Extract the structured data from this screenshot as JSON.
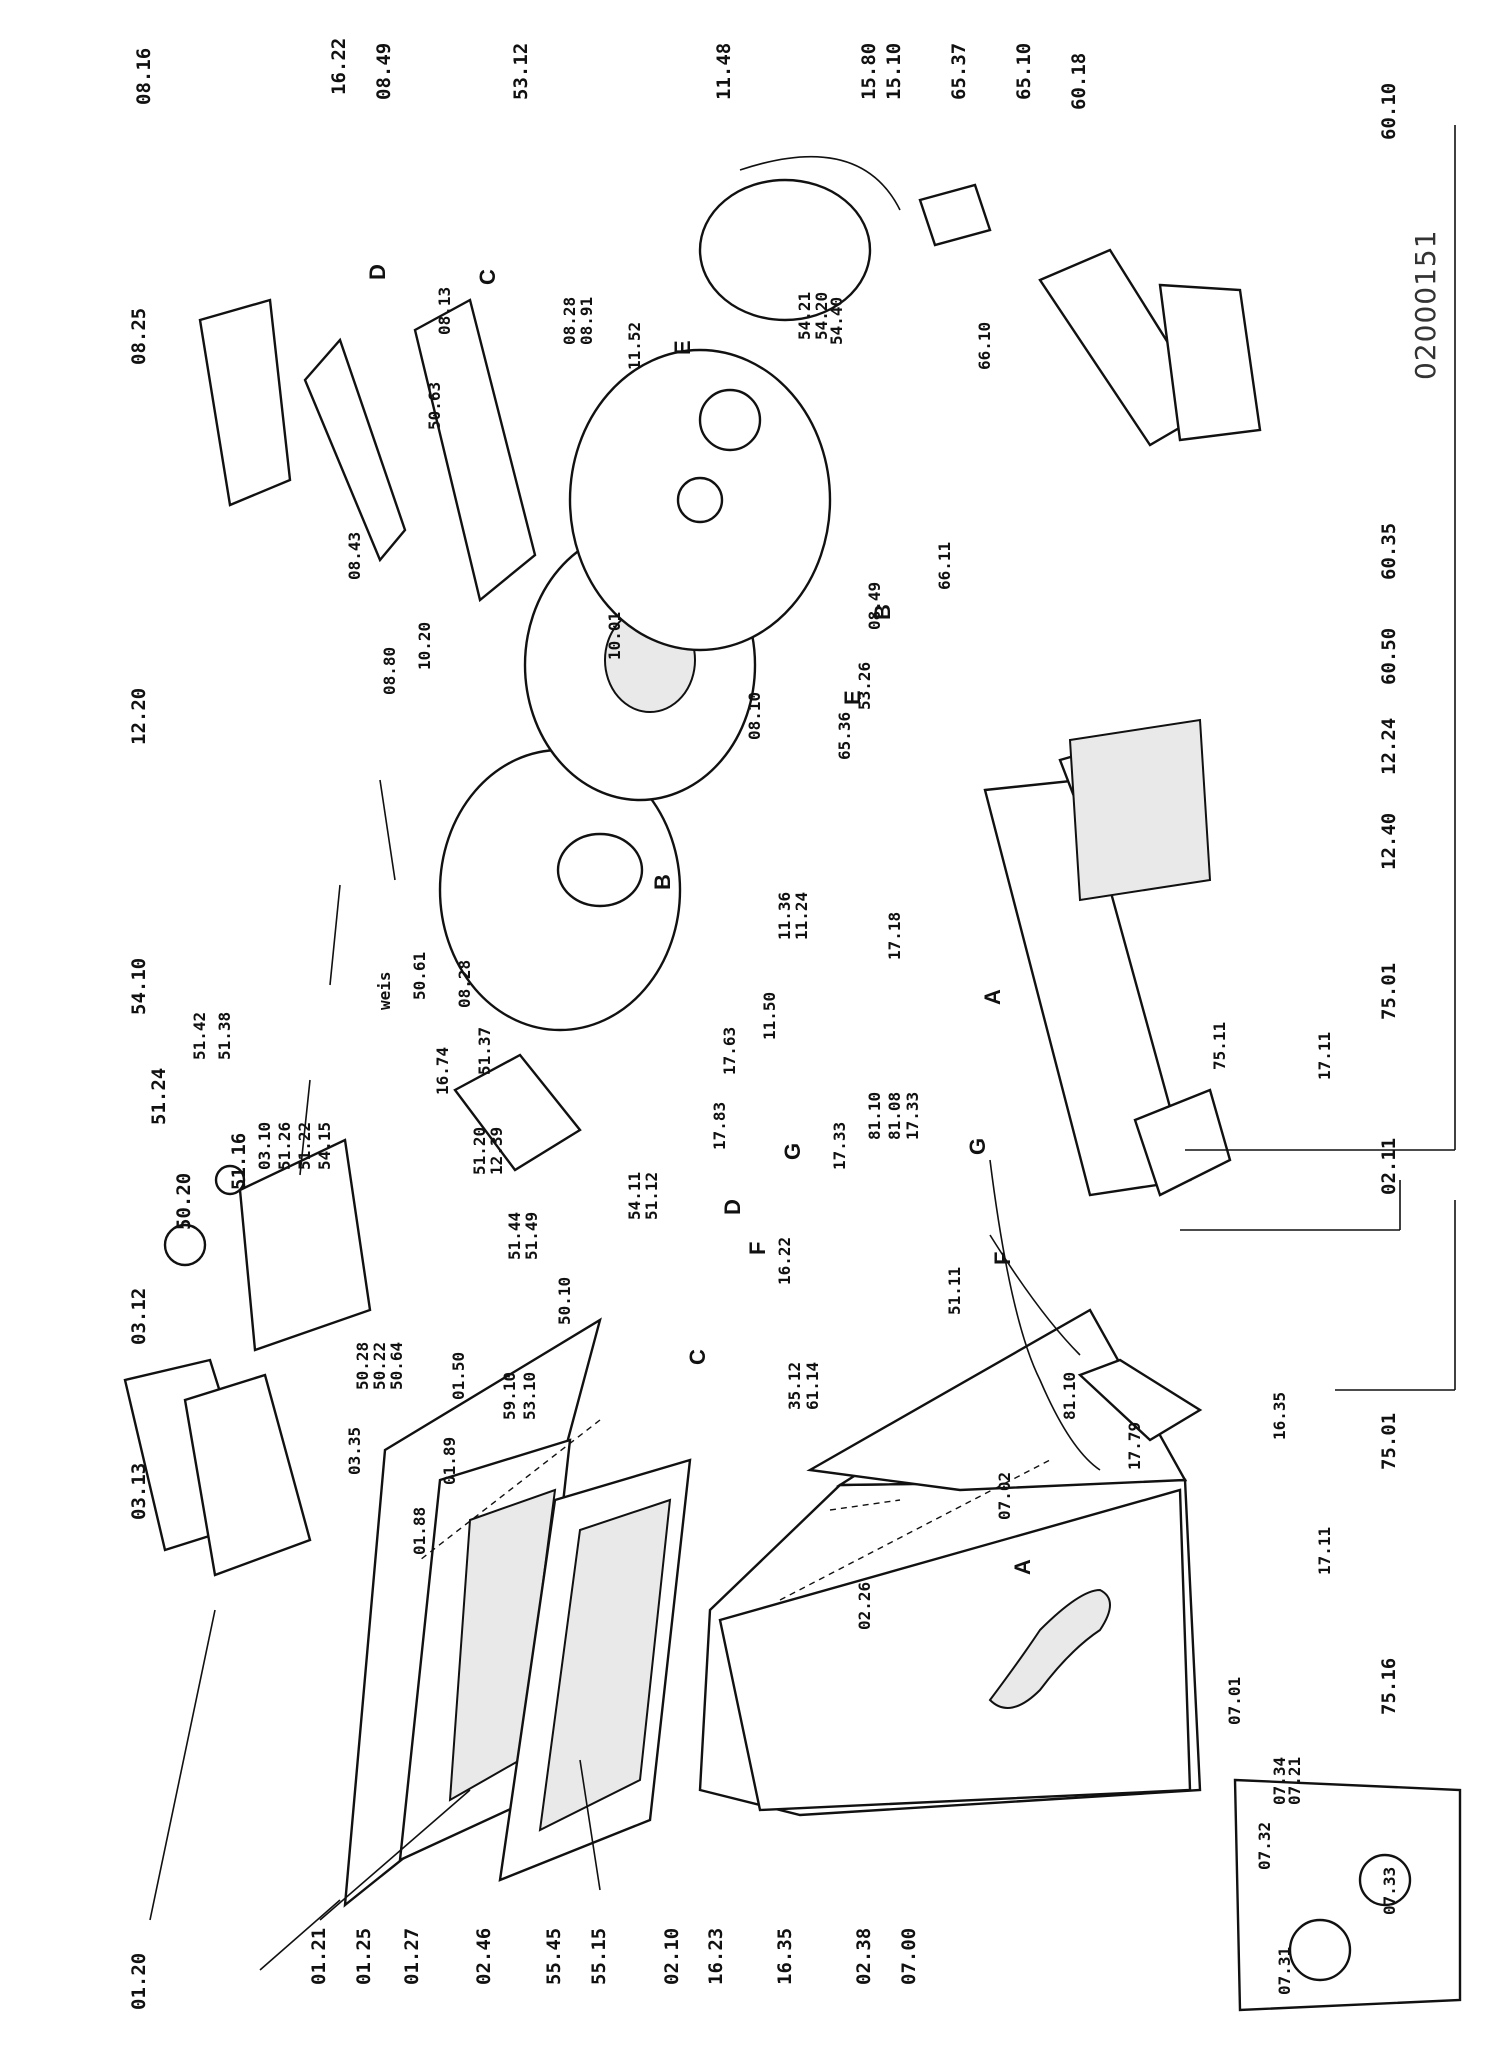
{
  "document_code": "02000151",
  "labels_left_column": [
    "01.20",
    "01.21",
    "01.25",
    "01.27",
    "02.46",
    "55.45",
    "55.15",
    "02.10",
    "16.23",
    "16.35",
    "02.38",
    "07.00"
  ],
  "labels_right_column": [
    "60.10",
    "60.35",
    "60.50",
    "12.40",
    "12.24",
    "75.11",
    "75.01",
    "17.11",
    "02.11",
    "75.01",
    "17.11",
    "75.16"
  ],
  "labels_top_row": [
    "08.16",
    "16.22",
    "08.49",
    "53.12",
    "11.48",
    "15.80",
    "15.10",
    "65.37",
    "65.10",
    "60.18"
  ],
  "labels_bottom_row": [
    "03.13",
    "03.12",
    "50.20",
    "51.24",
    "51.16",
    "54.10",
    "51.42",
    "51.38",
    "12.20",
    "08.25",
    "08.43",
    "08.80"
  ],
  "labels_interior": [
    "03.10",
    "51.26",
    "51.22",
    "54.15",
    "03.35",
    "50.28",
    "50.22",
    "50.64",
    "01.89",
    "01.88",
    "01.50",
    "59.10",
    "53.10",
    "51.20",
    "12.39",
    "51.44",
    "51.49",
    "50.10",
    "54.11",
    "51.12",
    "16.22",
    "16.74",
    "51.37",
    "50.61",
    "08.28",
    "08.10",
    "11.50",
    "11.36",
    "11.24",
    "65.36",
    "17.18",
    "17.83",
    "17.63",
    "17.33",
    "81.10",
    "81.08",
    "17.33",
    "51.11",
    "81.10",
    "17.79",
    "16.35",
    "35.12",
    "61.14",
    "07.02",
    "02.26",
    "07.01",
    "07.31",
    "07.32",
    "07.34",
    "07.21",
    "07.33",
    "08.28",
    "08.91",
    "11.52",
    "10.01",
    "10.20",
    "50.63",
    "08.13",
    "54.21",
    "54.20",
    "54.40",
    "66.10",
    "66.11",
    "08.49",
    "53.26"
  ],
  "reference_markers": [
    "A",
    "A",
    "B",
    "B",
    "C",
    "C",
    "D",
    "D",
    "E",
    "E",
    "F",
    "F",
    "G",
    "G"
  ],
  "inline_text": [
    "weis"
  ]
}
